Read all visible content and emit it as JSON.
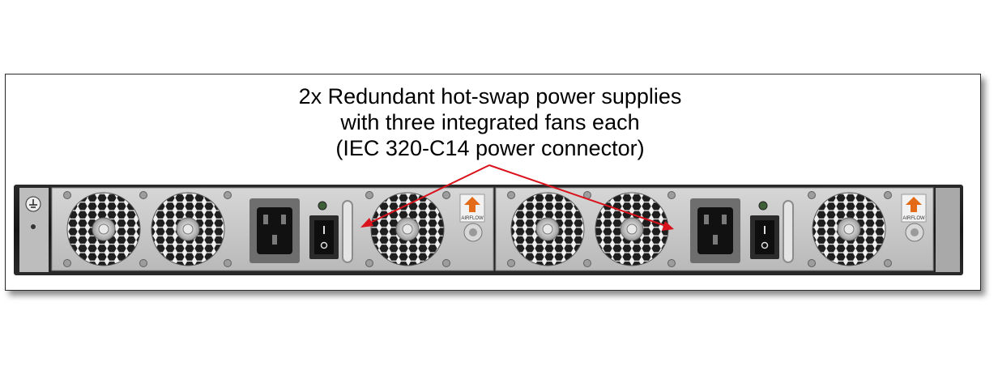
{
  "caption": {
    "line1": "2x Redundant hot-swap power supplies",
    "line2": "with three integrated fans each",
    "line3": "(IEC 320-C14 power connector)"
  },
  "labels": {
    "airflow": "AIRFLOW"
  },
  "colors": {
    "arrow": "#d9121b",
    "chassis": "#1c1c1c",
    "psu_panel": "#c9c9c9"
  },
  "icons": [
    "ground-icon",
    "fan-grille-icon",
    "power-inlet-icon",
    "rocker-switch-icon",
    "airflow-arrow-icon",
    "thumbscrew-icon",
    "led-icon"
  ]
}
